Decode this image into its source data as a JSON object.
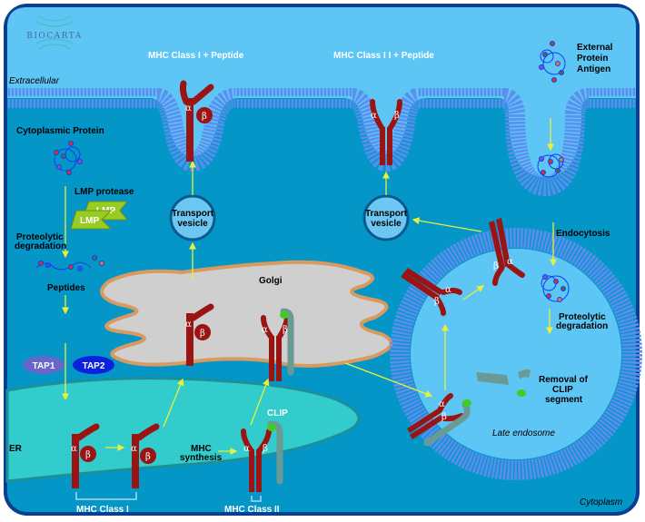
{
  "logo": {
    "text": "BIOCARTA"
  },
  "regions": {
    "extracellular": "Extracellular",
    "cytoplasm": "Cytoplasm",
    "er": "ER",
    "golgi": "Golgi",
    "late_endosome": "Late endosome"
  },
  "labels": {
    "mhc1_peptide": "MHC Class I  +  Peptide",
    "mhc2_peptide": "MHC Class I I +  Peptide",
    "external_antigen": [
      "External",
      "Protein",
      "Antigen"
    ],
    "cytoplasmic_protein": "Cytoplasmic Protein",
    "lmp_protease": "LMP protease",
    "lmp": "LMP",
    "proteolytic_degradation": [
      "Proteolytic",
      "degradation"
    ],
    "peptides": "Peptides",
    "tap1": "TAP1",
    "tap2": "TAP2",
    "transport_vesicle": [
      "Transport",
      "vesicle"
    ],
    "endocytosis": "Endocytosis",
    "removal_clip": [
      "Removal of",
      "CLIP",
      "segment"
    ],
    "mhc_synthesis": [
      "MHC",
      "synthesis"
    ],
    "clip": "CLIP",
    "mhc_class_i": "MHC Class I",
    "mhc_class_ii": "MHC Class II",
    "alpha": "α",
    "beta": "β"
  },
  "colors": {
    "frame": "#0a3f8f",
    "extracellular": "#5ec6f5",
    "cytoplasm": "#0596c8",
    "er": "#33cccc",
    "golgi": "#cfcfcf",
    "golgi_border": "#d89a5e",
    "membrane": "#5b8def",
    "mhc": "#9b1414",
    "clip_chain": "#6a9a94",
    "clip_tip": "#44cc22",
    "arrow": "#e8f03a",
    "lmp": "#99cc22",
    "tap1": "#6666cc",
    "tap2": "#0a22dd",
    "vesicle": "#6cc8f2"
  }
}
